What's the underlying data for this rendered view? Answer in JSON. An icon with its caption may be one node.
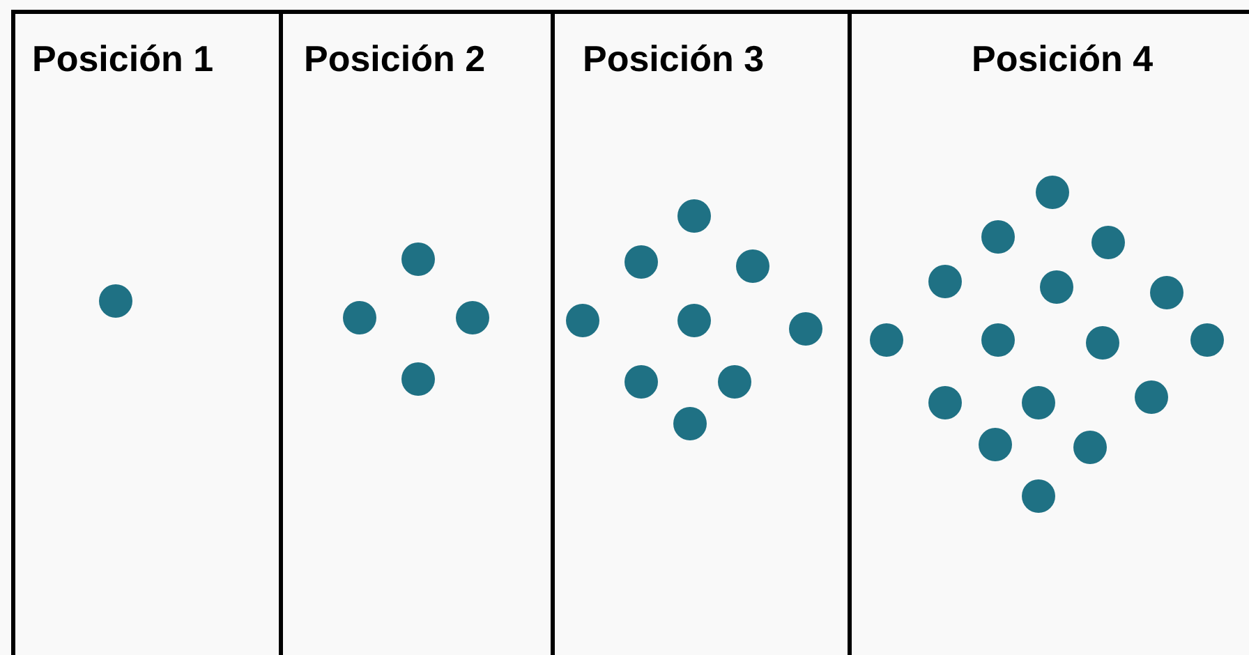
{
  "diagram": {
    "nodes": [
      {
        "text": [
          "Posición 1"
        ]
      },
      {
        "text": [
          "Posición 2"
        ]
      },
      {
        "text": [
          "Posición 3"
        ]
      },
      {
        "text": [
          "Posición 4"
        ]
      }
    ]
  }
}
